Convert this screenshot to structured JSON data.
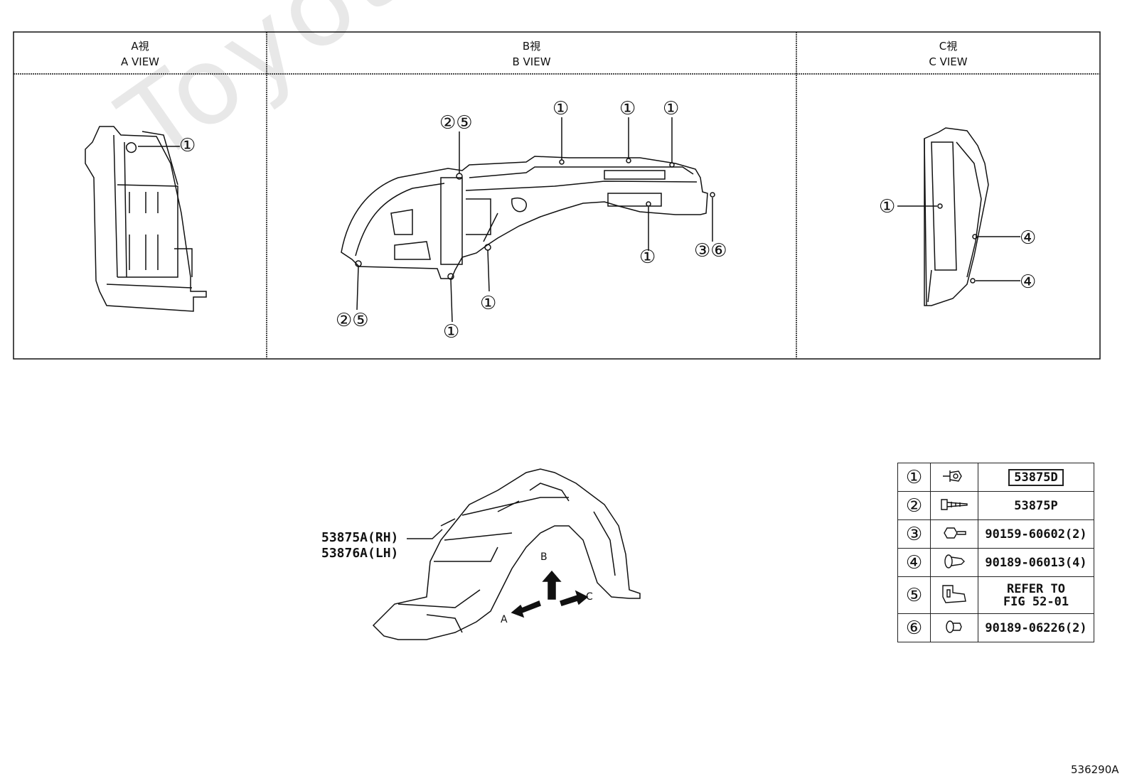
{
  "views": [
    {
      "jp": "A視",
      "en": "A VIEW"
    },
    {
      "jp": "B視",
      "en": "B VIEW"
    },
    {
      "jp": "C視",
      "en": "C VIEW"
    }
  ],
  "callouts": {
    "a_view_1": "①",
    "b_view_25_top": "②⑤",
    "b_view_1_top_a": "①",
    "b_view_1_top_b": "①",
    "b_view_1_top_c": "①",
    "b_view_1_mid": "①",
    "b_view_36": "③⑥",
    "b_view_1_lower": "①",
    "b_view_25_bottom": "②⑤",
    "b_view_1_bottom": "①",
    "c_view_1": "①",
    "c_view_4_a": "④",
    "c_view_4_b": "④"
  },
  "main_part": {
    "label_rh": "53875A(RH)",
    "label_lh": "53876A(LH)",
    "arrow_a": "A",
    "arrow_b": "B",
    "arrow_c": "C"
  },
  "legend": [
    {
      "num": "①",
      "icon": "clip-icon",
      "part": "53875D",
      "boxed": true
    },
    {
      "num": "②",
      "icon": "screw-icon",
      "part": "53875P"
    },
    {
      "num": "③",
      "icon": "bolt-icon",
      "part": "90159-60602(2)"
    },
    {
      "num": "④",
      "icon": "push-rivet-icon",
      "part": "90189-06013(4)"
    },
    {
      "num": "⑤",
      "icon": "bracket-clip-icon",
      "part_line1": "REFER TO",
      "part_line2": "FIG 52-01"
    },
    {
      "num": "⑥",
      "icon": "rivet-icon",
      "part": "90189-06226(2)"
    }
  ],
  "watermark": "ToyotaCarMine.ru",
  "figure_id": "536290A"
}
